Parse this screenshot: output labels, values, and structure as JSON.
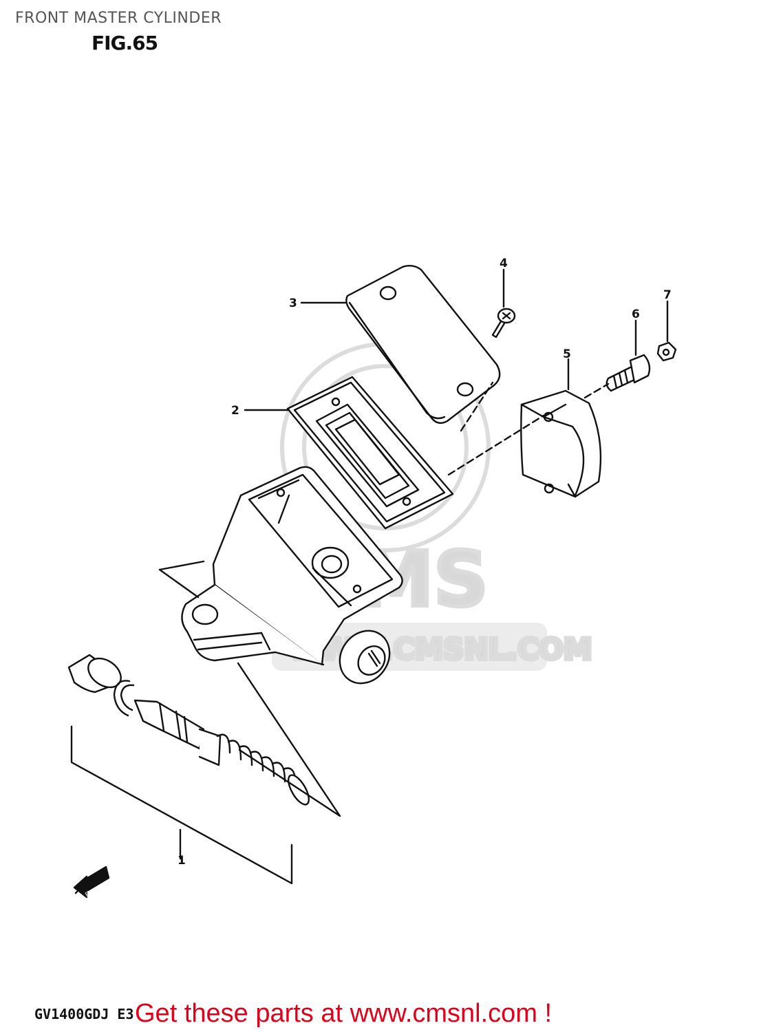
{
  "header": {
    "title": "FRONT MASTER CYLINDER",
    "figure": "FIG.65"
  },
  "watermark": {
    "logo": "CMS",
    "url": "WWW.CMSNL.COM"
  },
  "callouts": [
    "1",
    "2",
    "3",
    "4",
    "5",
    "6",
    "7"
  ],
  "direction_arrow": "FWD",
  "footer": {
    "model_code": "GV1400GDJ E3",
    "cta": "Get these parts at www.cmsnl.com !"
  },
  "colors": {
    "line": "#111111",
    "cta": "#e1001a",
    "watermark": "#d8d8d8"
  }
}
